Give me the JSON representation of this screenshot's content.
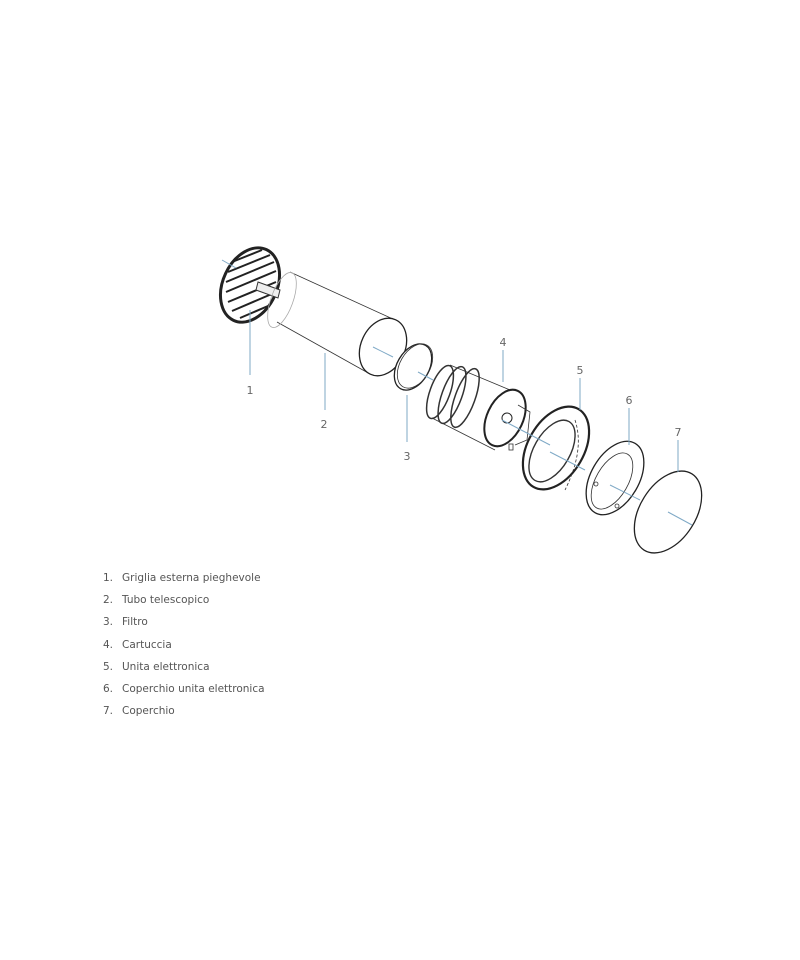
{
  "callouts": [
    "1",
    "2",
    "3",
    "4",
    "5",
    "6",
    "7"
  ],
  "legend": [
    {
      "num": "1.",
      "label": "Griglia esterna pieghevole"
    },
    {
      "num": "2.",
      "label": "Tubo telescopico"
    },
    {
      "num": "3.",
      "label": "Filtro"
    },
    {
      "num": "4.",
      "label": "Cartuccia"
    },
    {
      "num": "5.",
      "label": "Unita elettronica"
    },
    {
      "num": "6.",
      "label": "Coperchio unita elettronica"
    },
    {
      "num": "7.",
      "label": "Coperchio"
    }
  ]
}
